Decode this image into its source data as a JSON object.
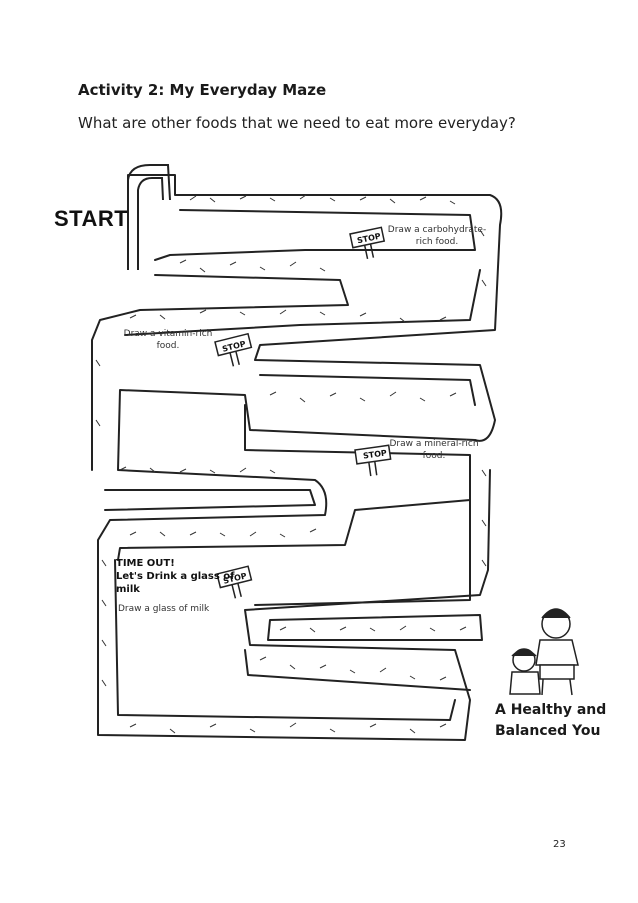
{
  "heading": "Activity 2: My Everyday Maze",
  "question": "What are other foods that we need to eat more everyday?",
  "start_label": "START",
  "stops": [
    {
      "label": "STOP",
      "note_line1": "Draw a carbohydrate-",
      "note_line2": "rich food."
    },
    {
      "label": "STOP",
      "note_line1": "Draw a vitamin-rich",
      "note_line2": "food."
    },
    {
      "label": "STOP",
      "note_line1": "Draw a mineral-rich",
      "note_line2": "food."
    },
    {
      "label": "STOP"
    }
  ],
  "timeout": {
    "line1": "TIME OUT!",
    "line2": "Let's Drink a glass of",
    "line3": "milk",
    "instruction": "Draw a glass of milk"
  },
  "finish": {
    "line1": "A Healthy and",
    "line2": "Balanced You"
  },
  "page_number": "23"
}
